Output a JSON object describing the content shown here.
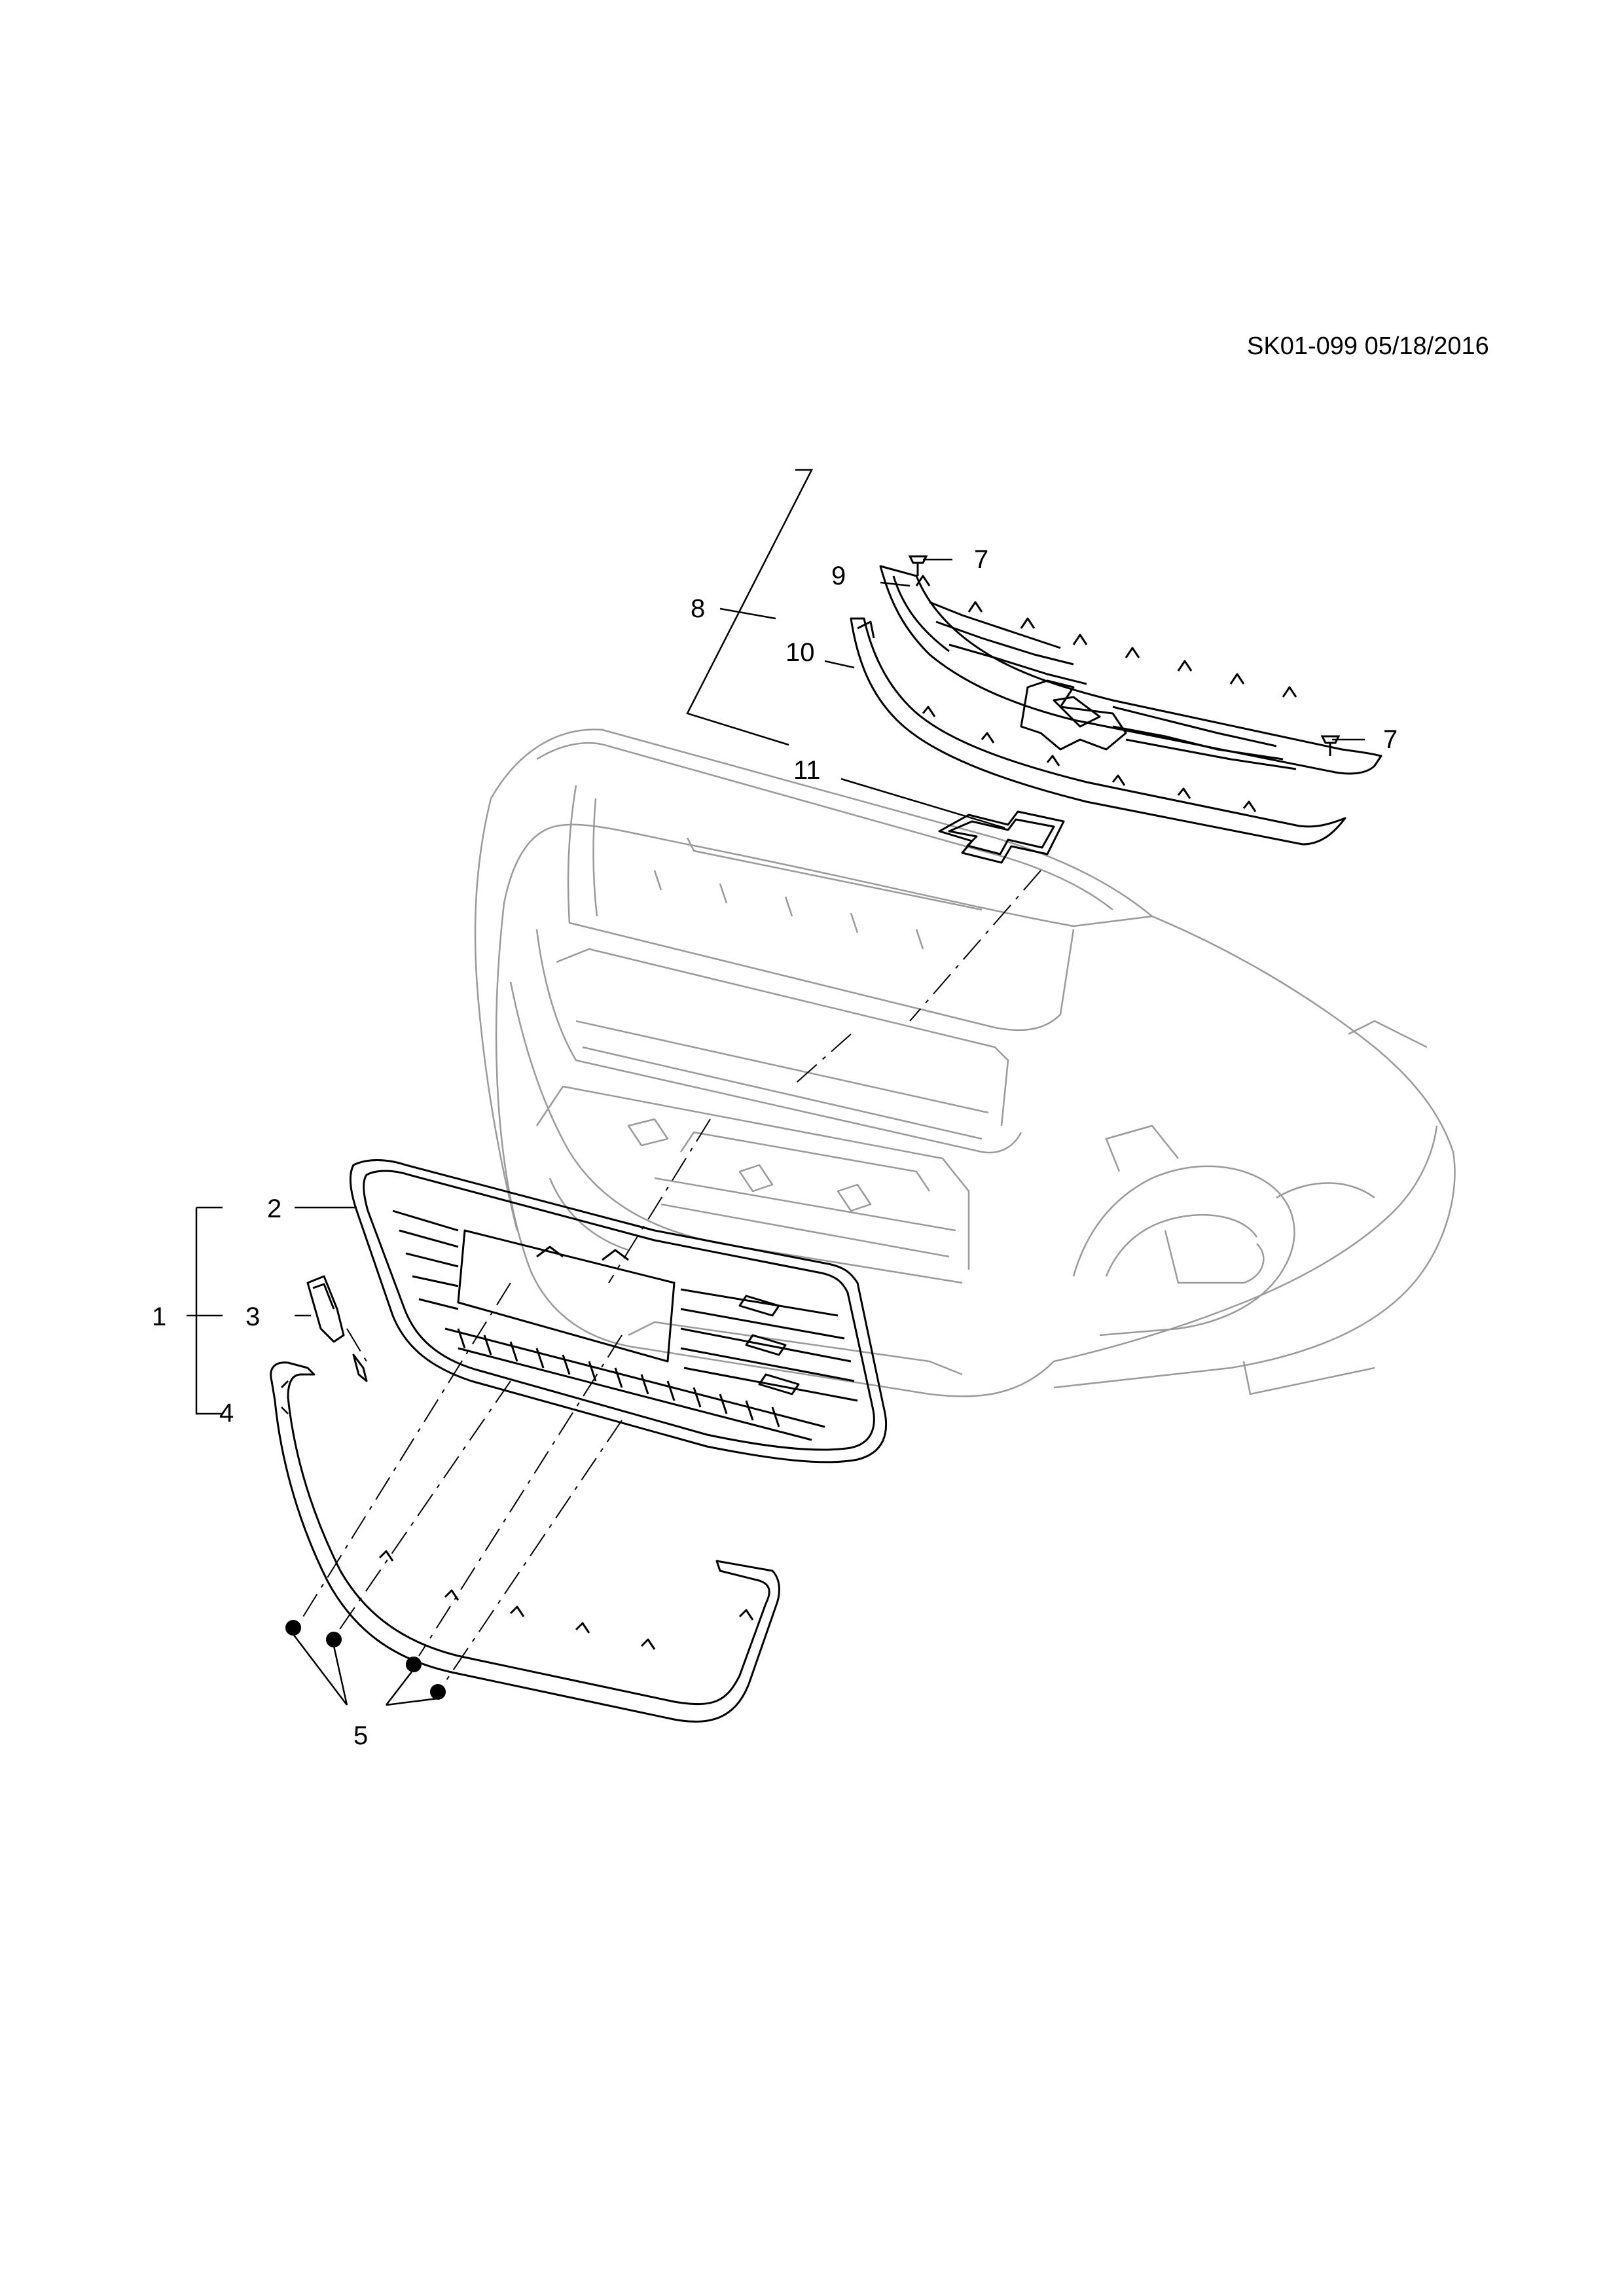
{
  "sheet": {
    "reference": "SK01-099 05/18/2016",
    "colors": {
      "line": "#000000",
      "ghost": "#9a9a9a",
      "background": "#ffffff"
    }
  },
  "callouts": {
    "c1": "1",
    "c2": "2",
    "c3": "3",
    "c4": "4",
    "c5": "5",
    "c7a": "7",
    "c7b": "7",
    "c8": "8",
    "c9": "9",
    "c10": "10",
    "c11": "11"
  }
}
